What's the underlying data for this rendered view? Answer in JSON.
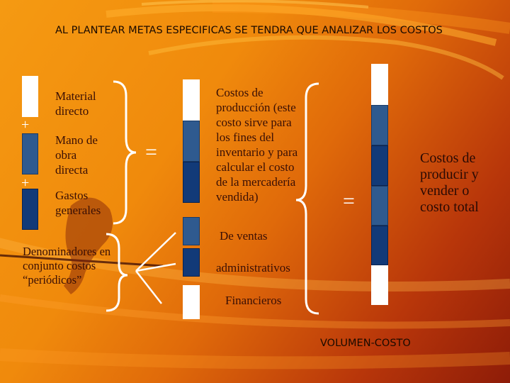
{
  "title": "AL PLANTEAR METAS ESPECIFICAS SE TENDRA QUE ANALIZAR LOS COSTOS",
  "inputs": {
    "material": "Material directo",
    "mano_obra": "Mano de obra directa",
    "gastos": "Gastos generales"
  },
  "operators": {
    "plus_1": "+",
    "plus_2": "+",
    "equals_1": "=",
    "equals_2": "="
  },
  "denominadores": "Denominadores en conjunto costos “periódicos”",
  "costos_produccion": "Costos de producción (este costo sirve para los fines del inventario y para calcular el costo de la mercadería vendida)",
  "gastos_periodicos": {
    "ventas": "De ventas",
    "administrativos": "administrativos",
    "financieros": "Financieros"
  },
  "resultado": "Costos de producir y vender o costo total",
  "footer": "VOLUMEN-COSTO",
  "colors": {
    "bar_white": "#ffffff",
    "bar_dark_blue": "#123a78",
    "bar_mid_blue": "#2f5a8f",
    "background_start": "#f59a12",
    "background_end": "#8e1c08"
  }
}
